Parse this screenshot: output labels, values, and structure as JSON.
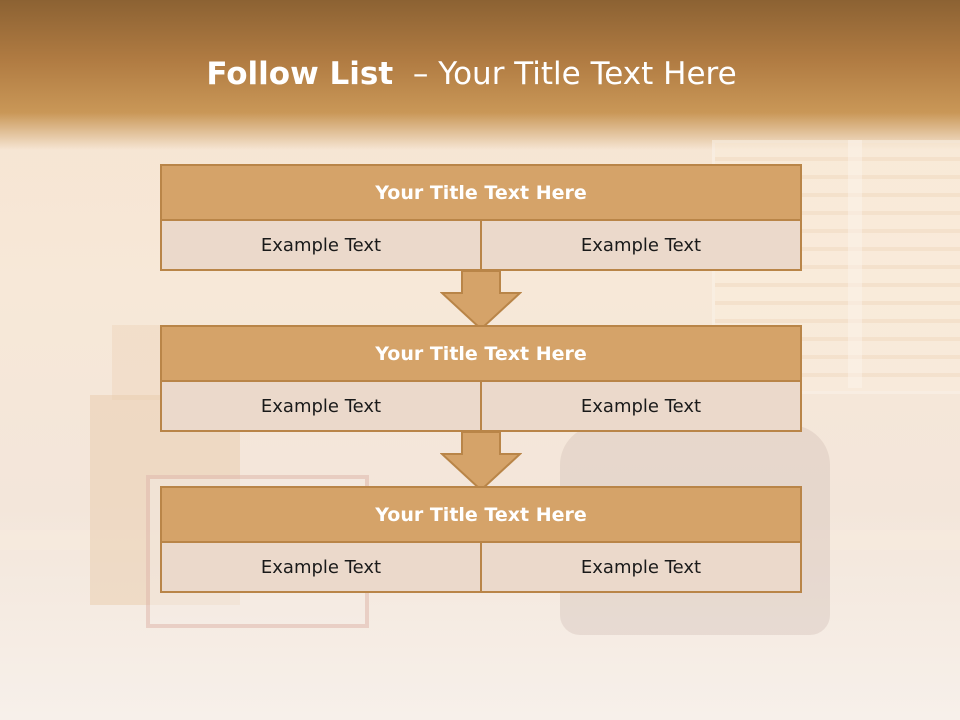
{
  "slide": {
    "title_bold": "Follow List",
    "title_rest": "– Your Title Text Here"
  },
  "groups": [
    {
      "title": "Your Title Text Here",
      "cells": [
        "Example Text",
        "Example Text"
      ]
    },
    {
      "title": "Your Title Text Here",
      "cells": [
        "Example Text",
        "Example Text"
      ]
    },
    {
      "title": "Your Title Text Here",
      "cells": [
        "Example Text",
        "Example Text"
      ]
    }
  ],
  "colors": {
    "title_bar": "#d5a369",
    "border": "#b98548",
    "cell_bg": "#ebd9cb",
    "header_bg": "#b07b42"
  }
}
